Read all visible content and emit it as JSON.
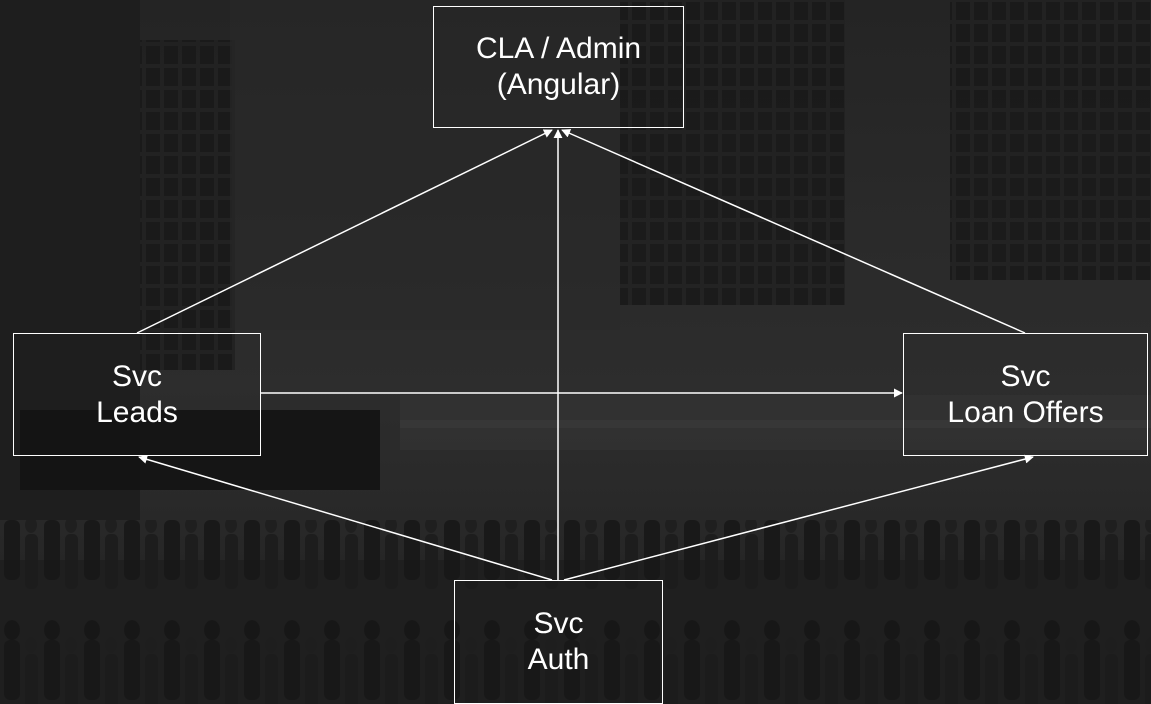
{
  "diagram": {
    "nodes": [
      {
        "id": "admin",
        "lines": [
          "CLA / Admin",
          "(Angular)"
        ]
      },
      {
        "id": "leads",
        "lines": [
          "Svc",
          "Leads"
        ]
      },
      {
        "id": "offers",
        "lines": [
          "Svc",
          "Loan Offers"
        ]
      },
      {
        "id": "auth",
        "lines": [
          "Svc",
          "Auth"
        ]
      }
    ],
    "edges": [
      {
        "from": "leads",
        "to": "admin"
      },
      {
        "from": "offers",
        "to": "admin"
      },
      {
        "from": "auth",
        "to": "admin"
      },
      {
        "from": "auth",
        "to": "leads"
      },
      {
        "from": "auth",
        "to": "offers"
      },
      {
        "from": "leads",
        "to": "offers"
      }
    ],
    "colors": {
      "stroke": "#ffffff",
      "text": "#ffffff",
      "background": "#2b2b2b"
    }
  }
}
